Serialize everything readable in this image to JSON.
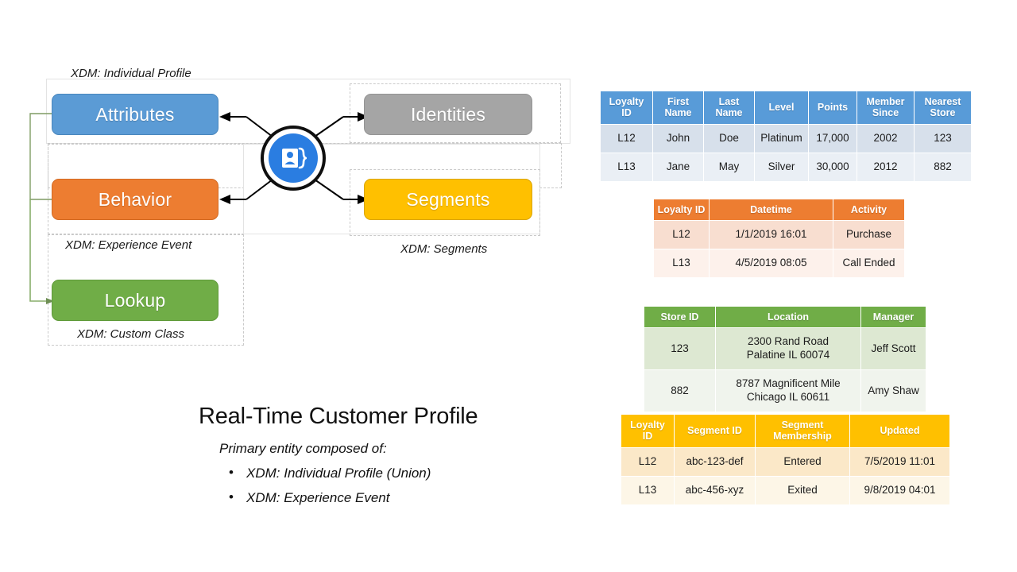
{
  "diagram": {
    "nodes": [
      {
        "key": "attributes",
        "label": "Attributes"
      },
      {
        "key": "behavior",
        "label": "Behavior"
      },
      {
        "key": "lookup",
        "label": "Lookup"
      },
      {
        "key": "identities",
        "label": "Identities"
      },
      {
        "key": "segments",
        "label": "Segments"
      }
    ],
    "labels": {
      "individual_profile": "XDM: Individual Profile",
      "experience_event": "XDM: Experience Event",
      "custom_class": "XDM: Custom Class",
      "segments": "XDM: Segments"
    },
    "hub_icon": "contact-card-icon",
    "colors": {
      "blue": "#5b9bd5",
      "orange": "#ed7d31",
      "green": "#70ad47",
      "gray": "#a5a5a5",
      "gold": "#ffc000",
      "hub": "#2a7de1",
      "connector_green": "#7f9c63",
      "arrow": "#000000"
    }
  },
  "caption": {
    "title": "Real-Time Customer Profile",
    "subtitle": "Primary entity composed of:",
    "bullets": [
      "XDM: Individual Profile (Union)",
      "XDM: Experience Event"
    ]
  },
  "tables": {
    "profile": {
      "accent": "#589bd8",
      "headers": [
        "Loyalty ID",
        "First Name",
        "Last Name",
        "Level",
        "Points",
        "Member Since",
        "Nearest Store"
      ],
      "rows": [
        [
          "L12",
          "John",
          "Doe",
          "Platinum",
          "17,000",
          "2002",
          "123"
        ],
        [
          "L13",
          "Jane",
          "May",
          "Silver",
          "30,000",
          "2012",
          "882"
        ]
      ]
    },
    "event": {
      "accent": "#ed7d31",
      "headers": [
        "Loyalty ID",
        "Datetime",
        "Activity"
      ],
      "rows": [
        [
          "L12",
          "1/1/2019  16:01",
          "Purchase"
        ],
        [
          "L13",
          "4/5/2019  08:05",
          "Call Ended"
        ]
      ]
    },
    "store": {
      "accent": "#70ad47",
      "headers": [
        "Store ID",
        "Location",
        "Manager"
      ],
      "rows": [
        [
          "123",
          "2300  Rand Road\nPalatine IL 60074",
          "Jeff Scott"
        ],
        [
          "882",
          "8787  Magnificent Mile\nChicago IL 60611",
          "Amy Shaw"
        ]
      ]
    },
    "segments": {
      "accent": "#ffc000",
      "headers": [
        "Loyalty ID",
        "Segment ID",
        "Segment Membership",
        "Updated"
      ],
      "rows": [
        [
          "L12",
          "abc-123-def",
          "Entered",
          "7/5/2019  11:01"
        ],
        [
          "L13",
          "abc-456-xyz",
          "Exited",
          "9/8/2019  04:01"
        ]
      ]
    }
  }
}
